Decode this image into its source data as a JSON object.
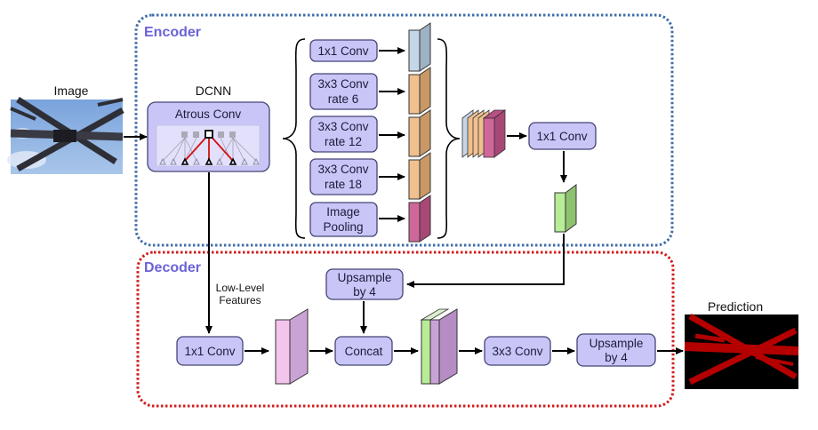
{
  "colors": {
    "box_fill": "#c9c6f7",
    "box_stroke": "#454576",
    "encoder_border": "#3f6ea8",
    "decoder_border": "#d11b1b",
    "section_title": "#6b63d6",
    "feat_blue": "#c5d6e6",
    "feat_orange": "#f0c08f",
    "feat_pink": "#d0679a",
    "feat_green": "#b8ec96",
    "feat_lightpink": "#f3c4ec",
    "feat_violet": "#c9a3d6",
    "prediction_red": "#b40000"
  },
  "input": {
    "label": "Image"
  },
  "output": {
    "label": "Prediction"
  },
  "encoder": {
    "title": "Encoder",
    "dcnn_label": "DCNN",
    "atrous_label": "Atrous Conv",
    "branches": [
      {
        "lines": [
          "1x1 Conv"
        ],
        "color": "feat_blue"
      },
      {
        "lines": [
          "3x3 Conv",
          "rate 6"
        ],
        "color": "feat_orange"
      },
      {
        "lines": [
          "3x3 Conv",
          "rate 12"
        ],
        "color": "feat_orange"
      },
      {
        "lines": [
          "3x3 Conv",
          "rate 18"
        ],
        "color": "feat_orange"
      },
      {
        "lines": [
          "Image",
          "Pooling"
        ],
        "color": "feat_pink"
      }
    ],
    "fuse_conv": "1x1 Conv"
  },
  "decoder": {
    "title": "Decoder",
    "low_level_lines": [
      "Low-Level",
      "Features"
    ],
    "low_conv": "1x1 Conv",
    "upsample_a": [
      "Upsample",
      "by 4"
    ],
    "concat": "Concat",
    "conv3": "3x3 Conv",
    "upsample_b": [
      "Upsample",
      "by 4"
    ]
  }
}
